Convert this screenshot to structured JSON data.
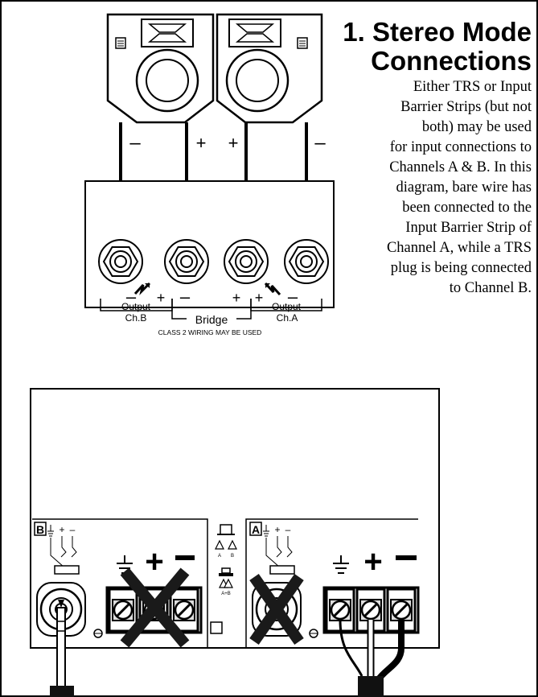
{
  "section": {
    "title_line1": "1. Stereo Mode",
    "title_line2": "Connections",
    "description_lines": [
      "Either TRS or Input",
      "Barrier Strips (but not",
      "both) may be used",
      "for input connections to",
      "Channels A & B. In this",
      "diagram, bare wire has",
      "been connected to the",
      "Input Barrier Strip of",
      "Channel A, while a TRS",
      "plug is being connected",
      "to Channel B."
    ]
  },
  "speakers": {
    "left_minus": "–",
    "left_plus": "+",
    "right_plus": "+",
    "right_minus": "–"
  },
  "output_panel": {
    "minus1": "–",
    "plus1": "+",
    "minus2": "–",
    "plus2": "+",
    "plus3": "+",
    "minus3": "–",
    "output_b_label": "Output",
    "channel_b": "Ch.B",
    "bridge": "Bridge",
    "output_a_label": "Output",
    "channel_a": "Ch.A",
    "wiring_note": "CLASS 2 WIRING MAY BE USED"
  },
  "input_panel": {
    "channel_b_letter": "B",
    "channel_a_letter": "A",
    "strip_plus": "+",
    "strip_minus": "–",
    "mode_a_label": "A",
    "mode_b_label": "B",
    "mode_ab_label": "A+B",
    "big_plus": "+",
    "big_minus": "—"
  },
  "colors": {
    "ink": "#000000",
    "paper": "#ffffff",
    "cross_fill": "#1a1a1a"
  }
}
